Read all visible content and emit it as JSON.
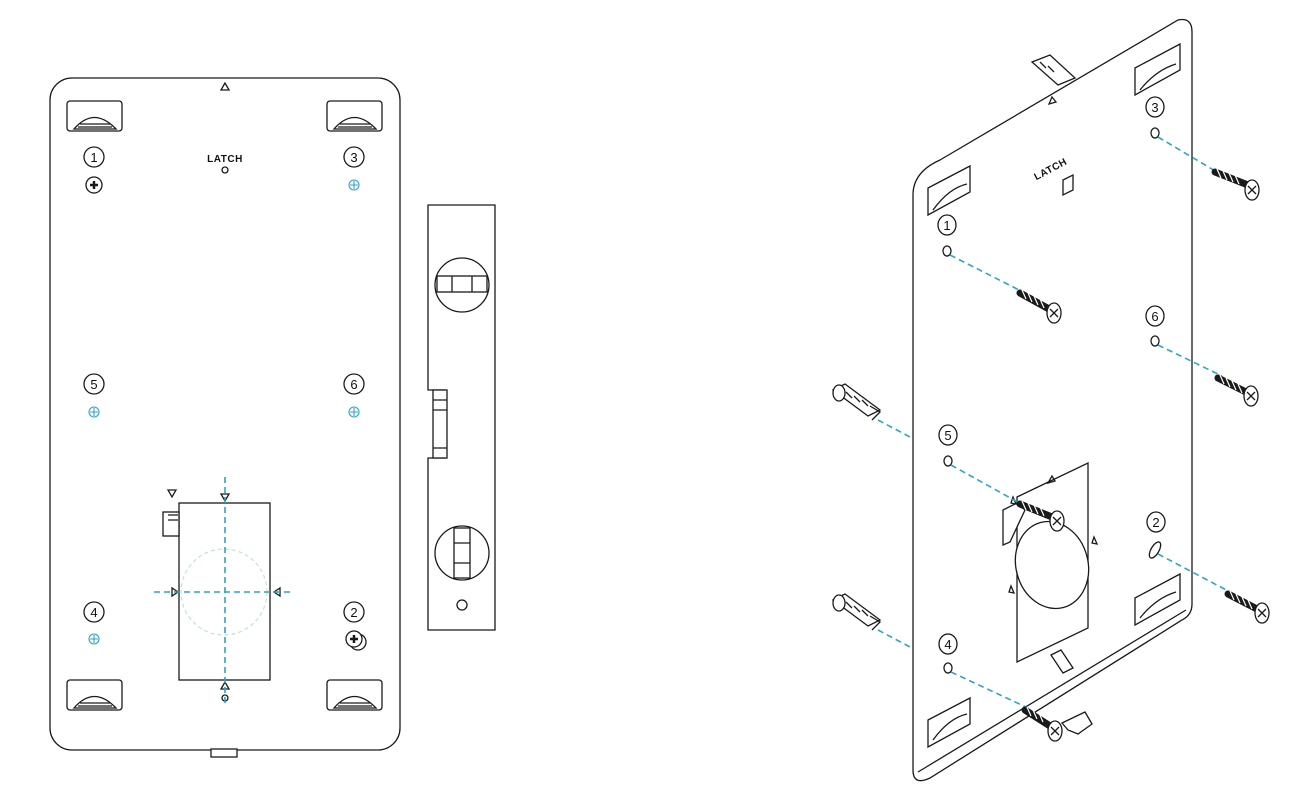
{
  "diagram": {
    "front_view": {
      "brand": "LATCH",
      "hole_labels": [
        "1",
        "3",
        "5",
        "6",
        "4",
        "2"
      ]
    },
    "perspective_view": {
      "brand": "LATCH",
      "hole_labels": [
        "3",
        "1",
        "6",
        "5",
        "2",
        "4"
      ]
    },
    "colors": {
      "outline": "#1a1a1a",
      "guide_dash": "#2ea3c9",
      "cutout_dash": "#bfe3d9"
    },
    "icons": [
      "screw-icon",
      "wall-anchor-icon",
      "level-tool-icon"
    ]
  }
}
